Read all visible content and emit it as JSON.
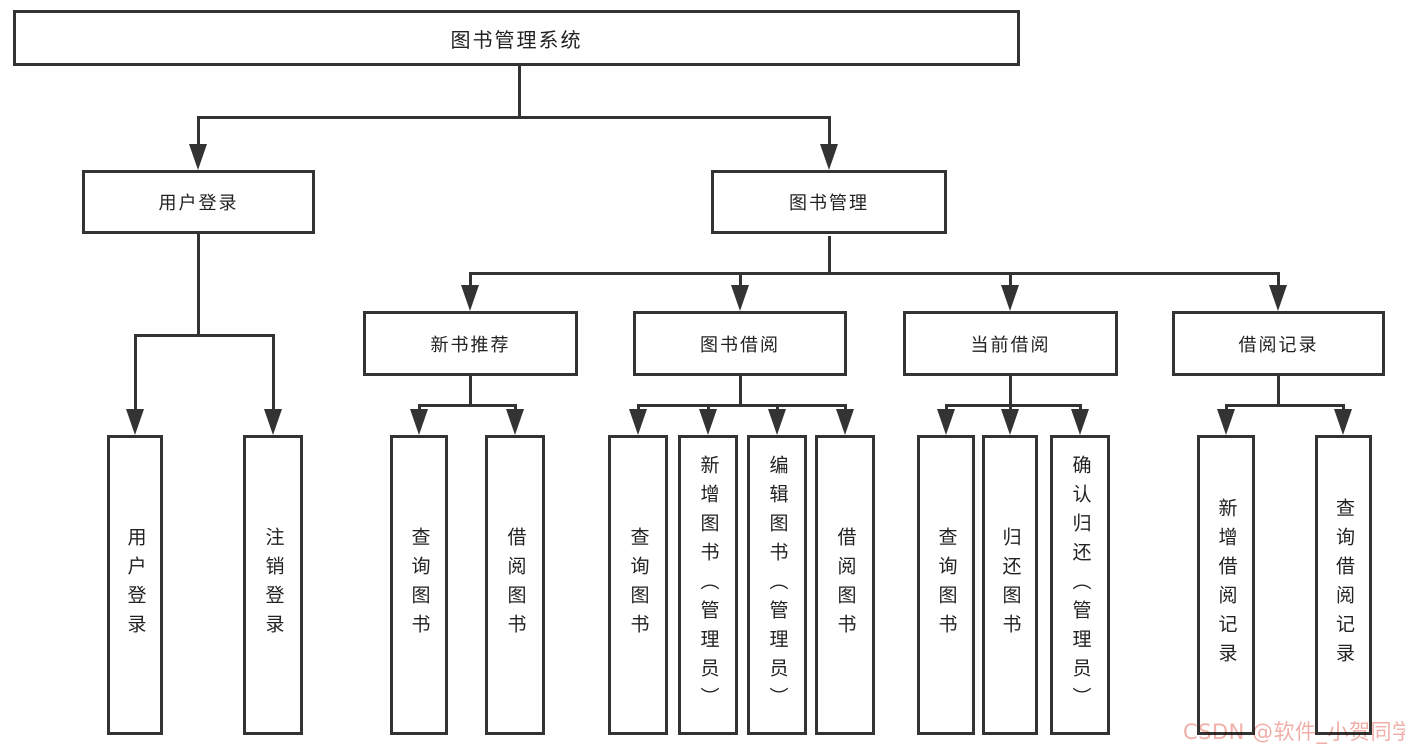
{
  "colors": {
    "line": "#333333",
    "box_border": "#333333",
    "watermark": "#f0afa9",
    "background": "#ffffff"
  },
  "watermark": "CSDN @软件_小贺同学",
  "tree": {
    "root": "图书管理系统",
    "branches": [
      {
        "label": "用户登录",
        "leaves": [
          "用户登录",
          "注销登录"
        ]
      },
      {
        "label": "图书管理",
        "groups": [
          {
            "label": "新书推荐",
            "leaves": [
              "查询图书",
              "借阅图书"
            ]
          },
          {
            "label": "图书借阅",
            "leaves": [
              "查询图书",
              "新增图书（管理员）",
              "编辑图书（管理员）",
              "借阅图书"
            ]
          },
          {
            "label": "当前借阅",
            "leaves": [
              "查询图书",
              "归还图书",
              "确认归还（管理员）"
            ]
          },
          {
            "label": "借阅记录",
            "leaves": [
              "新增借阅记录",
              "查询借阅记录"
            ]
          }
        ]
      }
    ]
  }
}
